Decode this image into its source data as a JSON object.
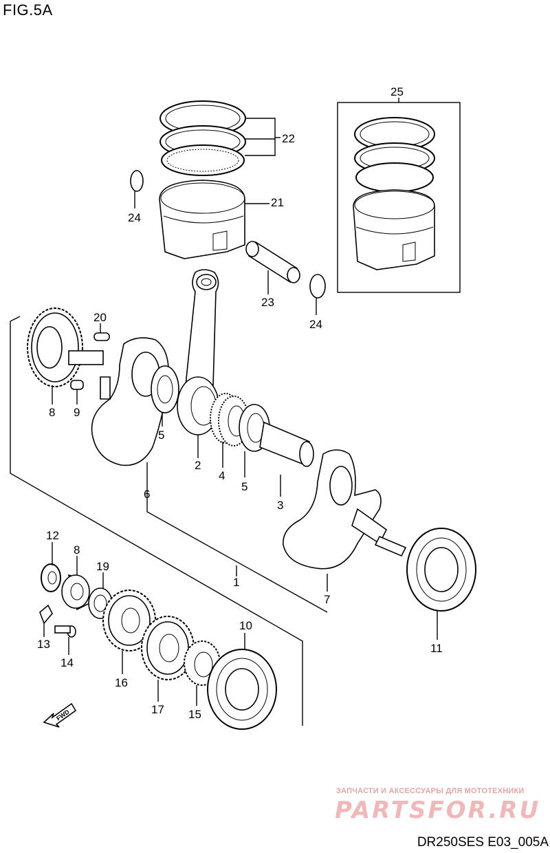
{
  "figure": {
    "title": "FIG.5A",
    "code": "DR250SES E03_005A"
  },
  "watermark": {
    "caption": "ЗАПЧАСТИ И АКСЕССУАРЫ ДЛЯ МОТОТЕХНИКИ",
    "logo": "PARTSFOR.RU",
    "color": "#f0b8b8"
  },
  "fwd_label": "FWD",
  "callouts": [
    "25",
    "22",
    "21",
    "24",
    "23",
    "24",
    "20",
    "8",
    "9",
    "5",
    "2",
    "4",
    "5",
    "3",
    "6",
    "12",
    "8",
    "19",
    "1",
    "7",
    "11",
    "13",
    "14",
    "10",
    "16",
    "17",
    "15"
  ]
}
